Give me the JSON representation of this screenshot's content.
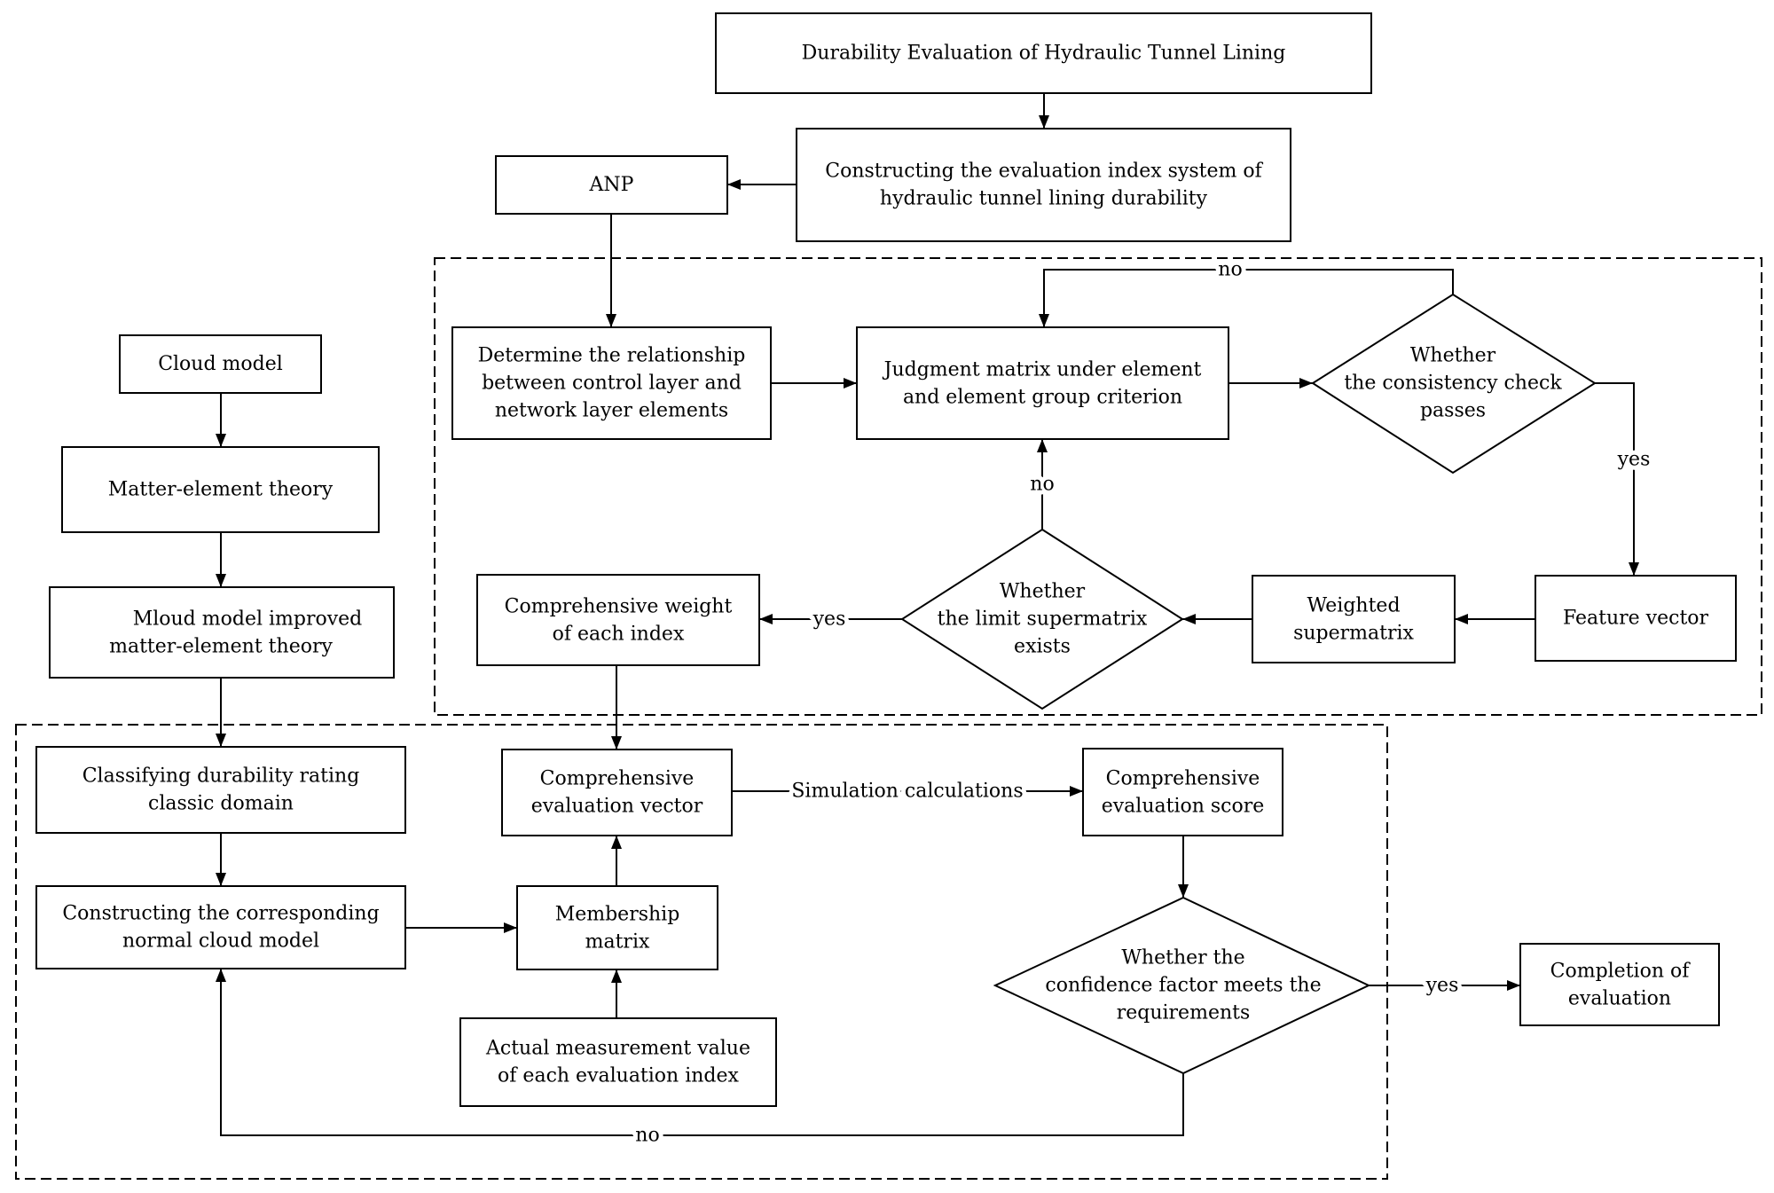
{
  "diagram": {
    "nodes": {
      "title": [
        "Durability Evaluation of Hydraulic Tunnel Lining"
      ],
      "index_system": [
        "Constructing the evaluation index system of",
        "hydraulic tunnel lining durability"
      ],
      "anp": [
        "ANP"
      ],
      "relationship": [
        "Determine the relationship",
        "between control layer and",
        "network layer elements"
      ],
      "judgment_matrix": [
        "Judgment matrix under element",
        "and element group criterion"
      ],
      "consistency_check": [
        "Whether",
        "the consistency check",
        "passes"
      ],
      "feature_vector": [
        "Feature vector"
      ],
      "weighted_supermatrix": [
        "Weighted",
        "supermatrix"
      ],
      "limit_supermatrix": [
        "Whether",
        "the limit supermatrix",
        "exists"
      ],
      "comprehensive_weight": [
        "Comprehensive weight",
        "of each index"
      ],
      "cloud_model": [
        "Cloud model"
      ],
      "matter_element": [
        "Matter-element theory"
      ],
      "improved_matter_element": [
        "Mloud model improved",
        "matter-element theory"
      ],
      "classifying": [
        "Classifying durability rating",
        "classic domain"
      ],
      "normal_cloud": [
        "Constructing the corresponding",
        "normal cloud model"
      ],
      "membership": [
        "Membership",
        "matrix"
      ],
      "evaluation_vector": [
        "Comprehensive",
        "evaluation vector"
      ],
      "measurement": [
        "Actual measurement value",
        "of each evaluation index"
      ],
      "evaluation_score": [
        "Comprehensive",
        "evaluation score"
      ],
      "confidence_check": [
        "Whether the",
        "confidence factor meets the",
        "requirements"
      ],
      "completion": [
        "Completion of",
        "evaluation"
      ]
    },
    "edge_labels": {
      "consistency_no": "no",
      "consistency_yes": "yes",
      "limit_no": "no",
      "limit_yes": "yes",
      "simulation": "Simulation calculations",
      "confidence_yes": "yes",
      "confidence_no": "no"
    }
  }
}
